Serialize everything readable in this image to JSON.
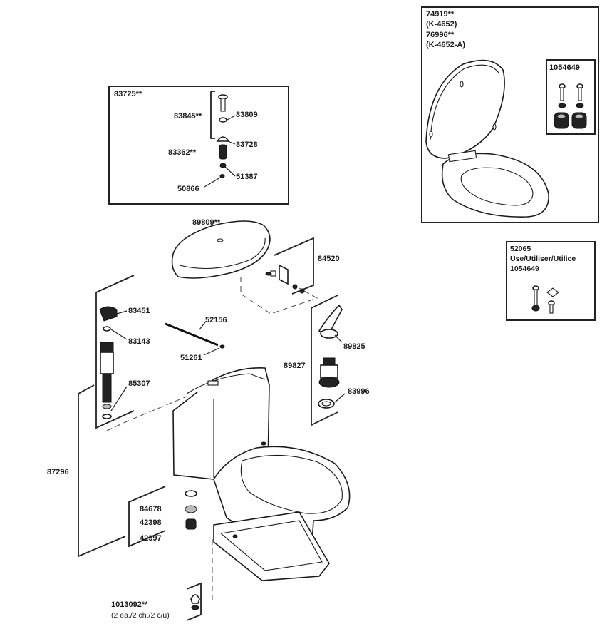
{
  "callouts": {
    "flush_valve_kit": {
      "number": "83725**",
      "parts": [
        "83845**",
        "83809",
        "83362**",
        "83728",
        "51387",
        "50866"
      ]
    },
    "seat": {
      "numbers": [
        "74919**",
        "76996**"
      ],
      "models": [
        "(K-4652)",
        "(K-4652-A)"
      ],
      "hinge_kit": "1054649"
    },
    "hardware": {
      "number": "52065",
      "use_label": "Use/Utiliser/Utilice",
      "kit": "1054649"
    },
    "tank_cover": "89809**",
    "trip_lever": "84520",
    "fill_valve_parts": [
      "83451",
      "83143",
      "85307"
    ],
    "lift_chain": "52156",
    "chain_clip": "51261",
    "flapper_group": {
      "bracket": "89827",
      "flapper": "89825",
      "gasket": "83996"
    },
    "tank_hardware_bracket": "87296",
    "bolts": [
      "84678",
      "42398",
      "42397"
    ],
    "floor_bolts": {
      "number": "1013092**",
      "note": "(2 ea./2 ch./2 c/u)"
    }
  },
  "icons": [
    "toilet-tank-icon",
    "toilet-bowl-icon",
    "toilet-seat-icon",
    "tank-cover-icon",
    "fill-valve-icon",
    "flapper-icon",
    "bolt-icon"
  ]
}
